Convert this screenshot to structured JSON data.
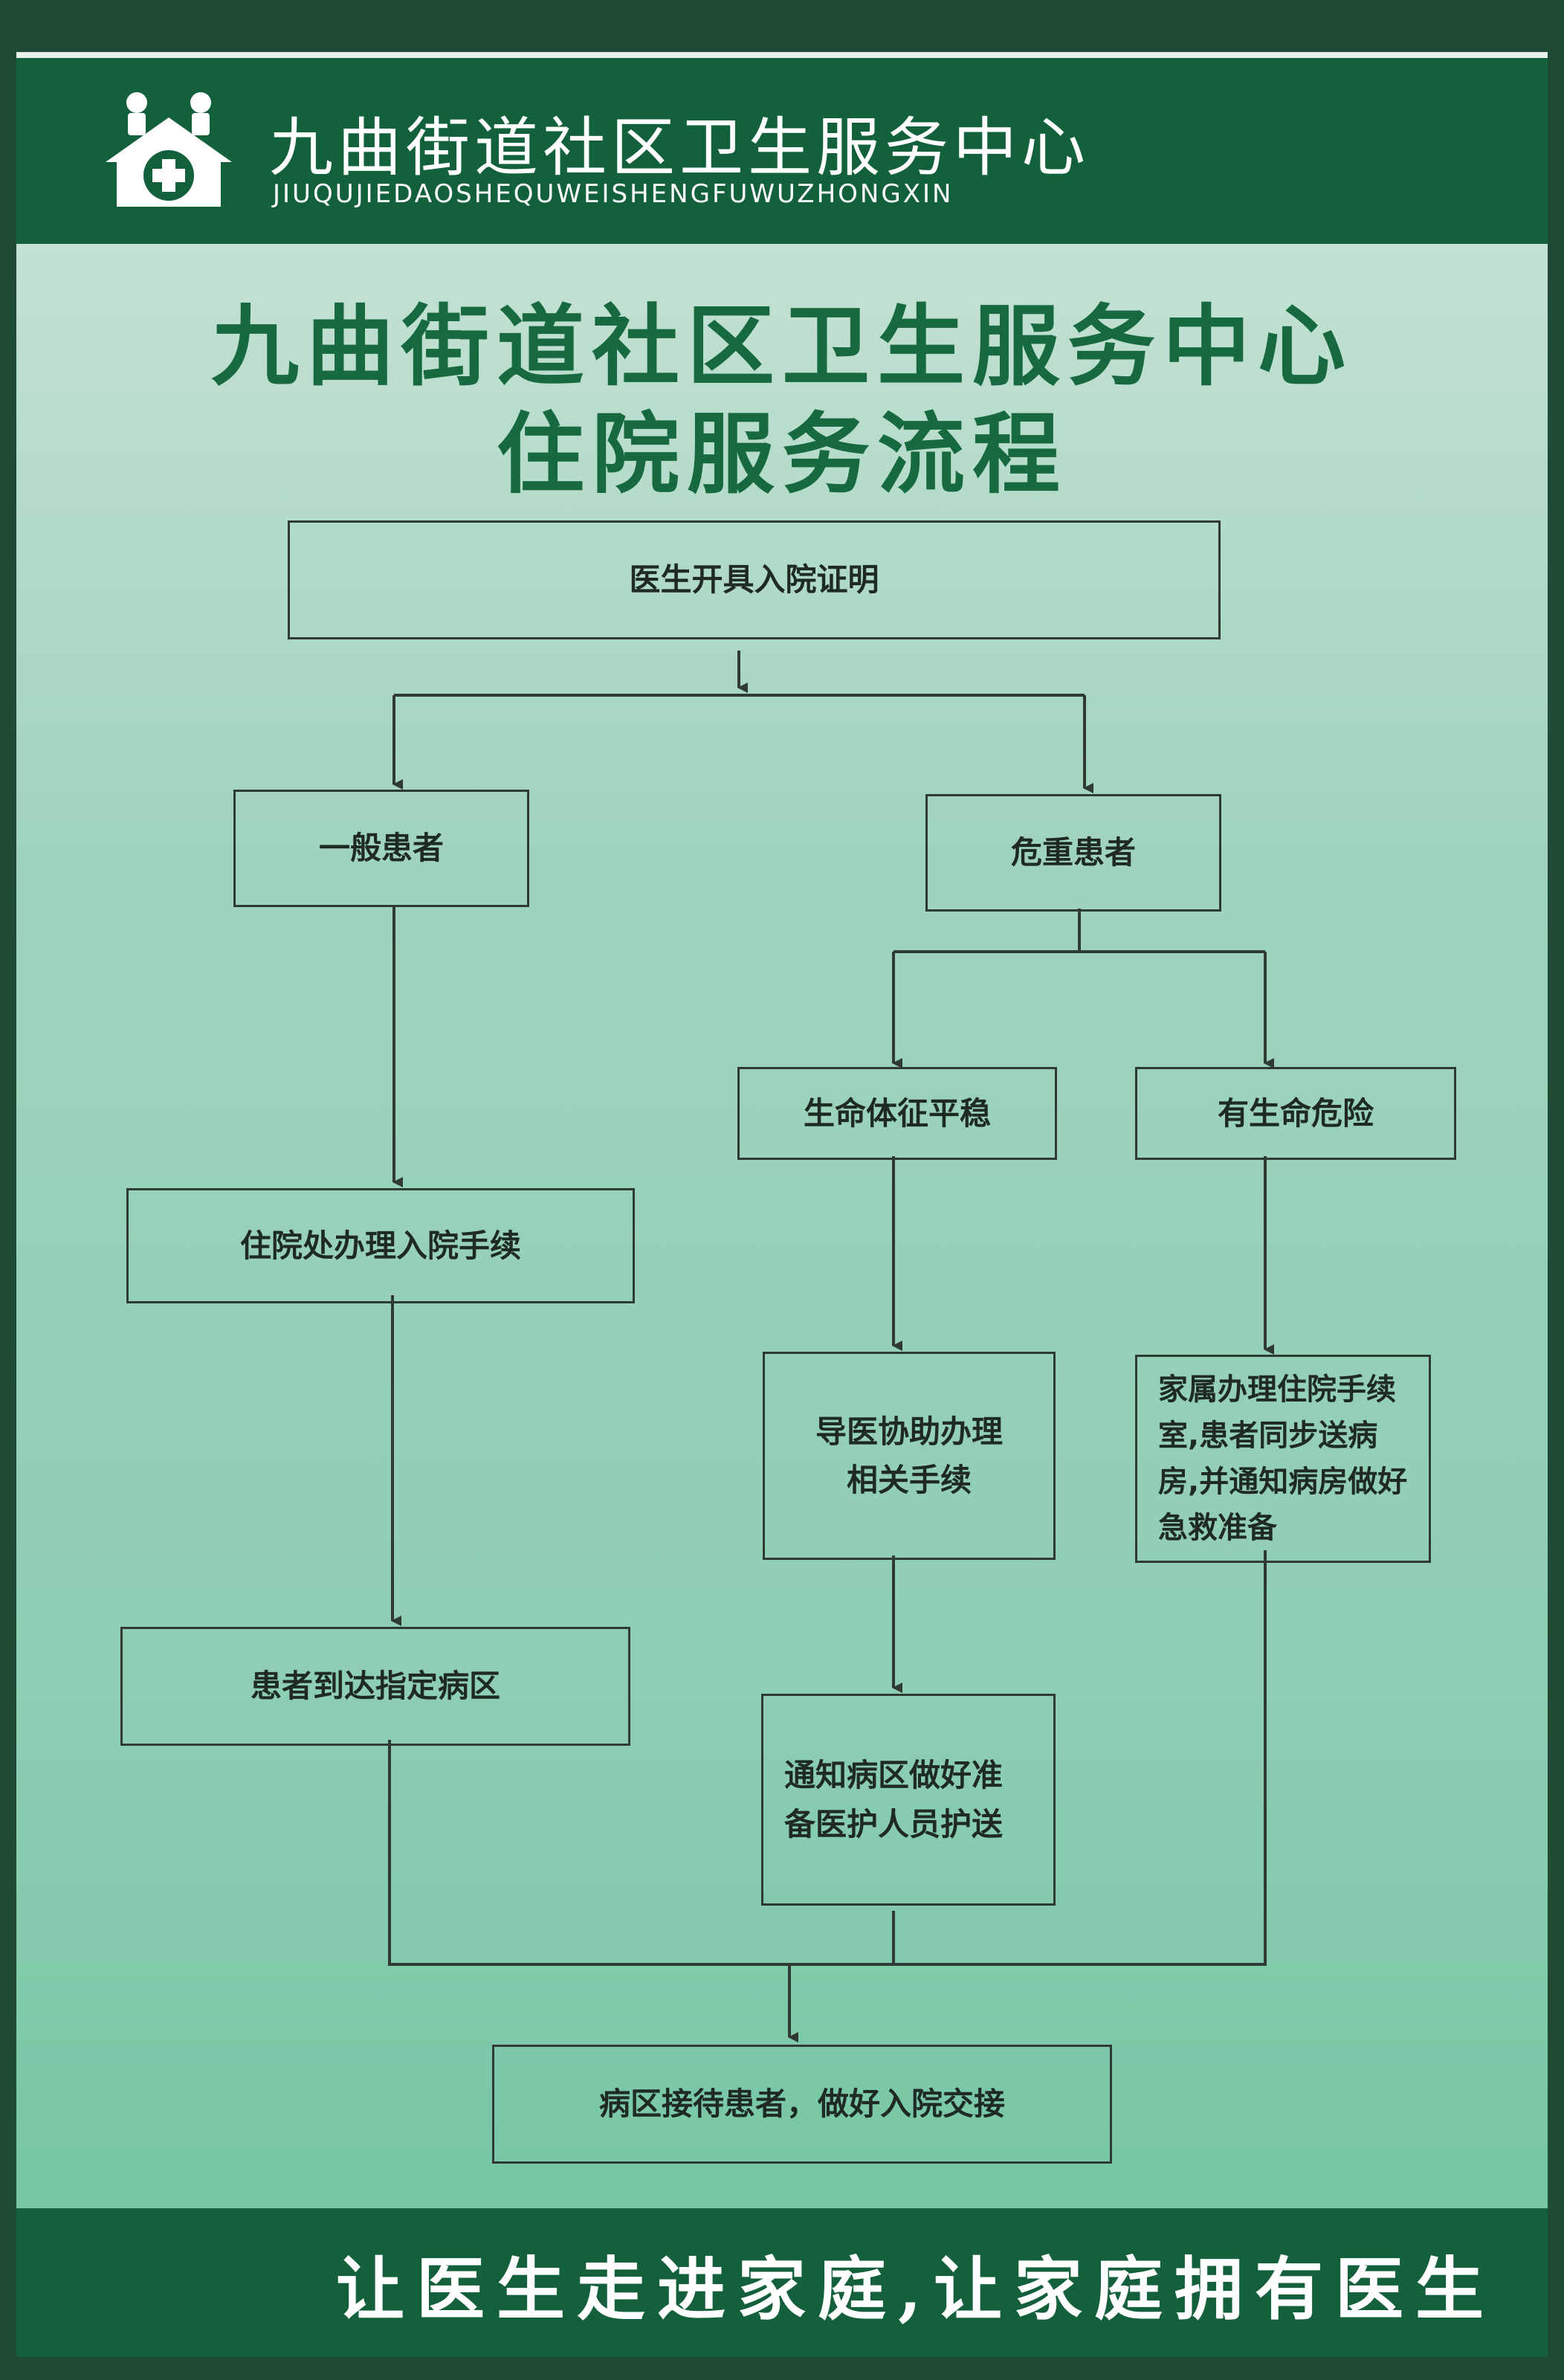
{
  "header": {
    "org_name": "九曲街道社区卫生服务中心",
    "org_pinyin": "JIUQUJIEDAOSHEQUWEISHENGFUWUZHONGXIN"
  },
  "title": {
    "line1": "九曲街道社区卫生服务中心",
    "line2": "住院服务流程"
  },
  "flow": {
    "start": "医生开具入院证明",
    "general_patient": "一般患者",
    "critical_patient": "危重患者",
    "admission_office": "住院处办理入院手续",
    "arrive_ward": "患者到达指定病区",
    "vital_stable": "生命体征平稳",
    "life_danger": "有生命危险",
    "guide_assist": "导医协助办理相关手续",
    "family_handle": "家属办理住院手续室,患者同步送病房,并通知病房做好急救准备",
    "notify_ward": "通知病区做好准备医护人员护送",
    "final": "病区接待患者，做好入院交接"
  },
  "footer": {
    "slogan": "让医生走进家庭,让家庭拥有医生"
  },
  "colors": {
    "frame": "#1f4a33",
    "header_bar": "#12613c",
    "title_text": "#176a3f",
    "box_border": "#2e3a33"
  },
  "icons": {
    "logo": "hospital-cross-logo-icon"
  }
}
